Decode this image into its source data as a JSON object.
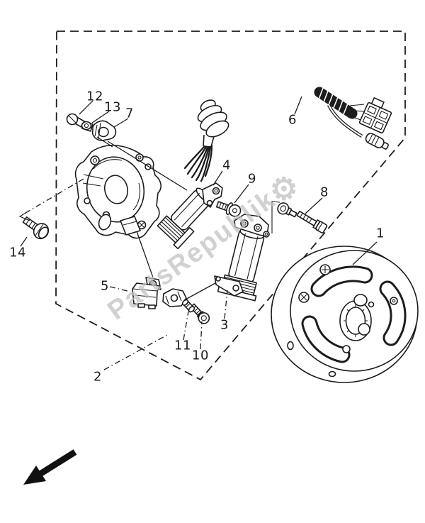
{
  "diagram": {
    "type": "exploded-parts-diagram",
    "subject": "generator / magneto assembly",
    "line_color": "#1c1c1c",
    "background_color": "#ffffff",
    "watermark": {
      "text": "PartsRepublik",
      "gear_glyph": "⚙",
      "color": "#c0c0c0"
    },
    "parts": [
      {
        "ref": "1"
      },
      {
        "ref": "2"
      },
      {
        "ref": "3"
      },
      {
        "ref": "4"
      },
      {
        "ref": "5"
      },
      {
        "ref": "6"
      },
      {
        "ref": "7"
      },
      {
        "ref": "8"
      },
      {
        "ref": "9"
      },
      {
        "ref": "10"
      },
      {
        "ref": "11"
      },
      {
        "ref": "12"
      },
      {
        "ref": "13"
      },
      {
        "ref": "14"
      }
    ]
  }
}
